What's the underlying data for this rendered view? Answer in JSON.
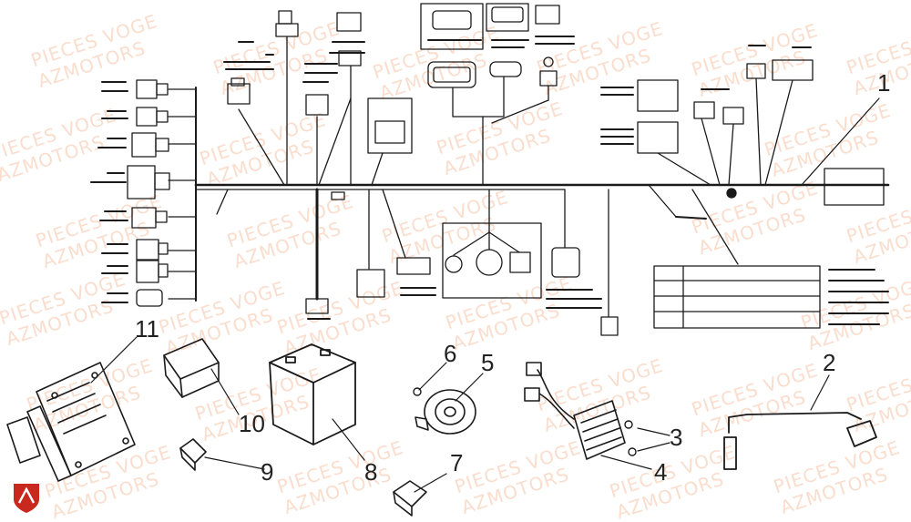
{
  "watermark": {
    "line1": "PIECES VOGE",
    "line2": "AZMOTORS",
    "color": "#f09664"
  },
  "diagram": {
    "stroke_color": "#1a1a1a",
    "background": "#ffffff"
  },
  "callouts": [
    {
      "id": "1",
      "label": "1"
    },
    {
      "id": "2",
      "label": "2"
    },
    {
      "id": "3",
      "label": "3"
    },
    {
      "id": "4",
      "label": "4"
    },
    {
      "id": "5",
      "label": "5"
    },
    {
      "id": "6",
      "label": "6"
    },
    {
      "id": "7",
      "label": "7"
    },
    {
      "id": "8",
      "label": "8"
    },
    {
      "id": "9",
      "label": "9"
    },
    {
      "id": "10",
      "label": "10"
    },
    {
      "id": "11",
      "label": "11"
    }
  ],
  "logo": {
    "name": "azmotors-shield-logo",
    "color": "#c8281e"
  }
}
